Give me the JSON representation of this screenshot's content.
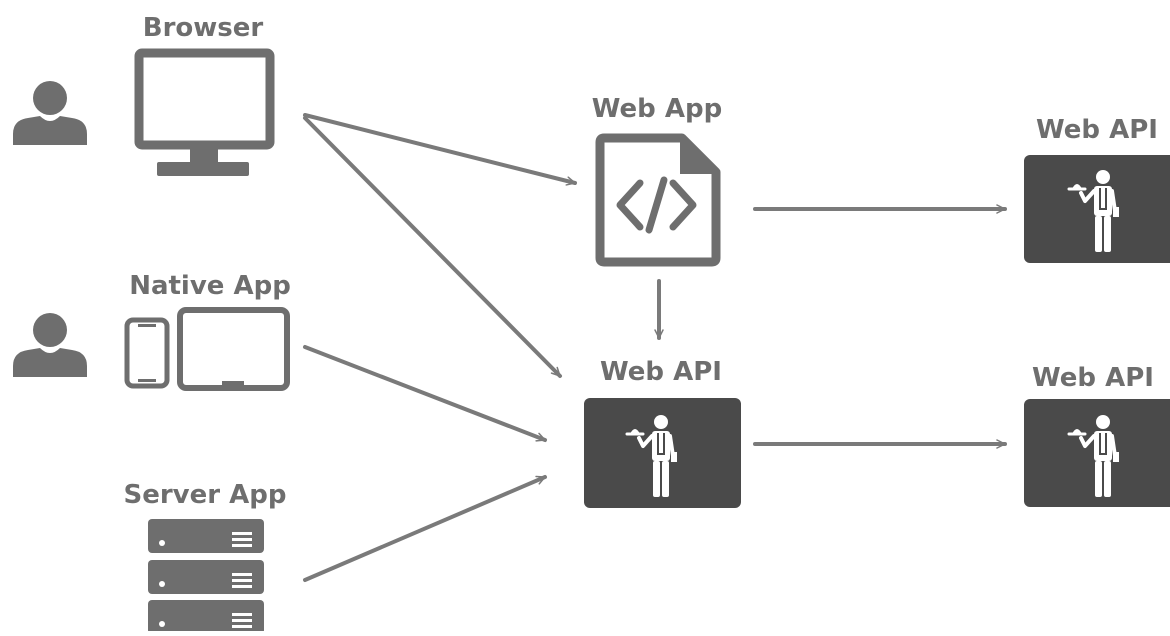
{
  "labels": {
    "browser": "Browser",
    "native_app": "Native App",
    "server_app": "Server App",
    "web_app": "Web App",
    "web_api_center": "Web API",
    "web_api_top_right": "Web API",
    "web_api_bottom_right": "Web API"
  },
  "colors": {
    "icon_gray": "#6e6e6e",
    "box_dark": "#4a4a4a",
    "arrow_gray": "#7a7a7a",
    "text_gray": "#6e6e6e"
  },
  "icons": {
    "users": "person-icon",
    "browser": "monitor-icon",
    "native_app": "phone-tablet-icon",
    "server_app": "server-rack-icon",
    "web_app": "code-file-icon",
    "web_api": "waiter-icon"
  }
}
